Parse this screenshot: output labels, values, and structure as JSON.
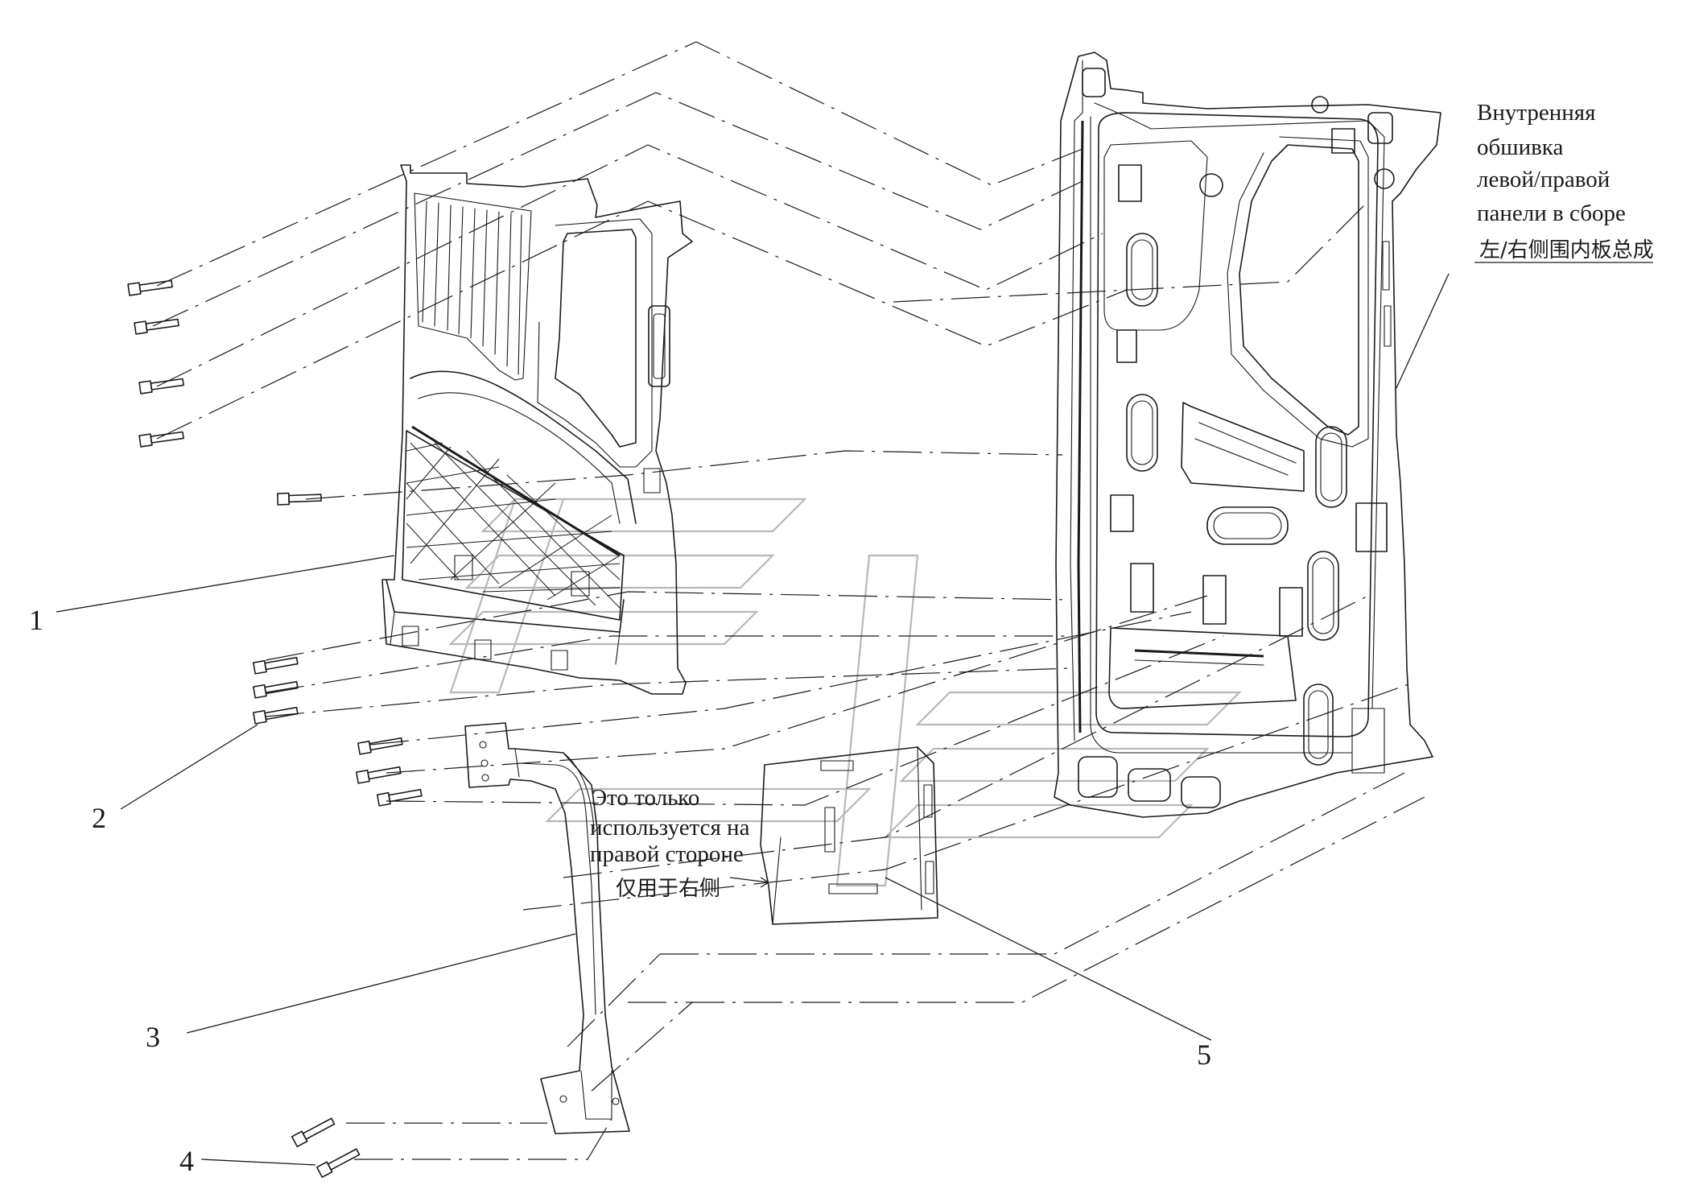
{
  "callouts": {
    "c1": "1",
    "c2": "2",
    "c3": "3",
    "c4": "4",
    "c5": "5"
  },
  "assembly_label": {
    "ru_line1": "Внутренняя",
    "ru_line2": "обшивка",
    "ru_line3": "левой/правой",
    "ru_line4": "панели в сборе",
    "cn": "左/右侧围内板总成"
  },
  "right_side_note": {
    "ru_line1": "Это только",
    "ru_line2": "используется на",
    "ru_line3": "правой стороне",
    "cn": "仅用于右侧"
  }
}
